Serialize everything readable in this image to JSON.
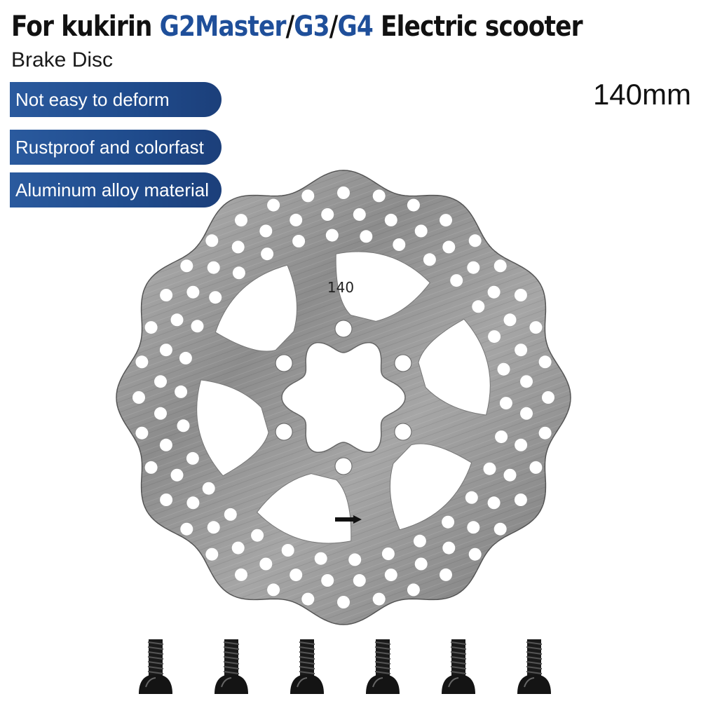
{
  "title": {
    "prefix": "For kukirin ",
    "model_1": "G2Master",
    "sep_1": "/",
    "model_2": "G3",
    "sep_2": "/",
    "model_3": "G4",
    "suffix": " Electric scooter"
  },
  "subtitle": "Brake Disc",
  "size_label": "140mm",
  "features": [
    "Not easy to deform",
    "Rustproof and colorfast",
    "Aluminum alloy material"
  ],
  "disc": {
    "engraved_size": "140",
    "screw_count": 6
  },
  "colors": {
    "accent": "#1f4f9a",
    "badge": "#1f4b8c",
    "disc_metal": "#9a9a9a"
  }
}
